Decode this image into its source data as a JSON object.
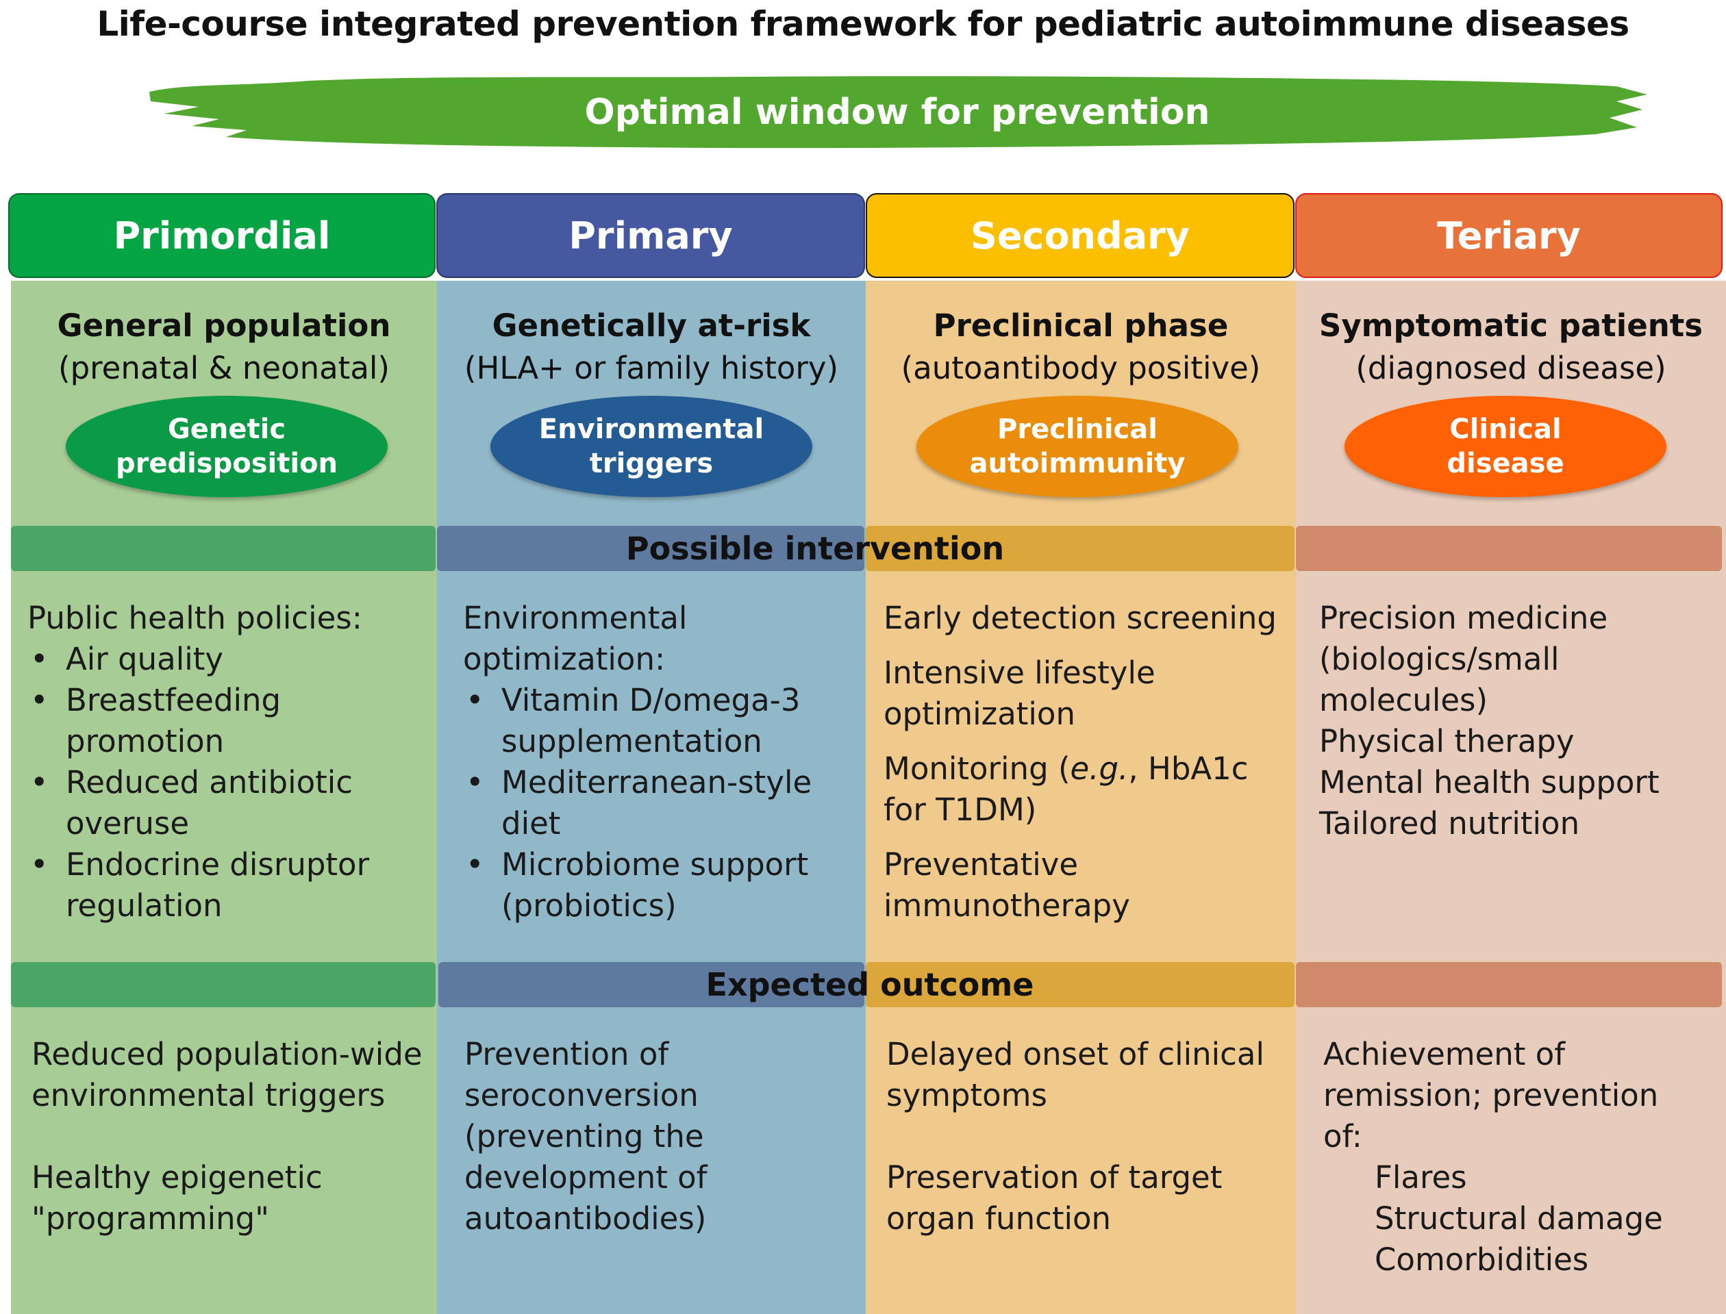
{
  "title": "Life-course integrated prevention framework for pediatric autoimmune diseases",
  "banner": {
    "label": "Optimal window for prevention",
    "color": "#52a72f"
  },
  "bands": {
    "intervention": "Possible intervention",
    "outcome": "Expected outcome"
  },
  "columns": [
    {
      "header": "Primordial",
      "target": "General population",
      "target_sub": "(prenatal & neonatal)",
      "stage_line1": "Genetic",
      "stage_line2": "predisposition",
      "colors": {
        "header": "#06a444",
        "background": "#a8cc96",
        "band": "#4aa566",
        "ellipse": "#0b9a46"
      },
      "intervention": {
        "intro": "Public health policies:",
        "b1": "Air quality",
        "b2a": "Breastfeeding",
        "b2b": "promotion",
        "b3a": "Reduced antibiotic",
        "b3b": "overuse",
        "b4a": "Endocrine disruptor",
        "b4b": "regulation"
      },
      "outcome": {
        "l1": "Reduced population-wide",
        "l2": "environmental triggers",
        "l3": "Healthy epigenetic",
        "l4": "\"programming\""
      }
    },
    {
      "header": "Primary",
      "target": "Genetically at-risk",
      "target_sub": "(HLA+ or family history)",
      "stage_line1": "Environmental",
      "stage_line2": "triggers",
      "colors": {
        "header": "#46589f",
        "background": "#91b8c9",
        "band": "#5e7a9e",
        "ellipse": "#245b92"
      },
      "intervention": {
        "intro1": "Environmental",
        "intro2": "optimization:",
        "b1a": "Vitamin D/omega-3",
        "b1b": "supplementation",
        "b2a": "Mediterranean-style",
        "b2b": "diet",
        "b3a": "Microbiome support",
        "b3b": "(probiotics)"
      },
      "outcome": {
        "l1": "Prevention of",
        "l2": "seroconversion",
        "l3": "(preventing the",
        "l4": "development of",
        "l5": "autoantibodies)"
      }
    },
    {
      "header": "Secondary",
      "target": "Preclinical phase",
      "target_sub": "(autoantibody positive)",
      "stage_line1": "Preclinical",
      "stage_line2": "autoimmunity",
      "colors": {
        "header": "#fcbf00",
        "background": "#f0c98c",
        "band": "#dba73b",
        "ellipse": "#ea8d0c"
      },
      "intervention": {
        "l1": "Early detection screening",
        "l2a": "Intensive lifestyle",
        "l2b": "optimization",
        "l3_pre": "Monitoring (",
        "l3_em": "e.g.",
        "l3_post": ", HbA1c",
        "l3b": "for T1DM)",
        "l4a": "Preventative",
        "l4b": "immunotherapy"
      },
      "outcome": {
        "l1": "Delayed onset of clinical",
        "l2": "symptoms",
        "l3": "Preservation of target",
        "l4": "organ function"
      }
    },
    {
      "header": "Teriary",
      "target": "Symptomatic patients",
      "target_sub": "(diagnosed disease)",
      "stage_line1": "Clinical",
      "stage_line2": "disease",
      "colors": {
        "header": "#e8733a",
        "background": "#e7cbbb",
        "band": "#cf8a69",
        "ellipse": "#ff6204"
      },
      "intervention": {
        "l1": "Precision medicine",
        "l2": "(biologics/small",
        "l3": "molecules)",
        "l4": "Physical therapy",
        "l5": "Mental health support",
        "l6": "Tailored nutrition"
      },
      "outcome": {
        "l1": "Achievement of",
        "l2": "remission; prevention",
        "l3": "of:",
        "i1": "Flares",
        "i2": "Structural damage",
        "i3": "Comorbidities"
      }
    }
  ]
}
